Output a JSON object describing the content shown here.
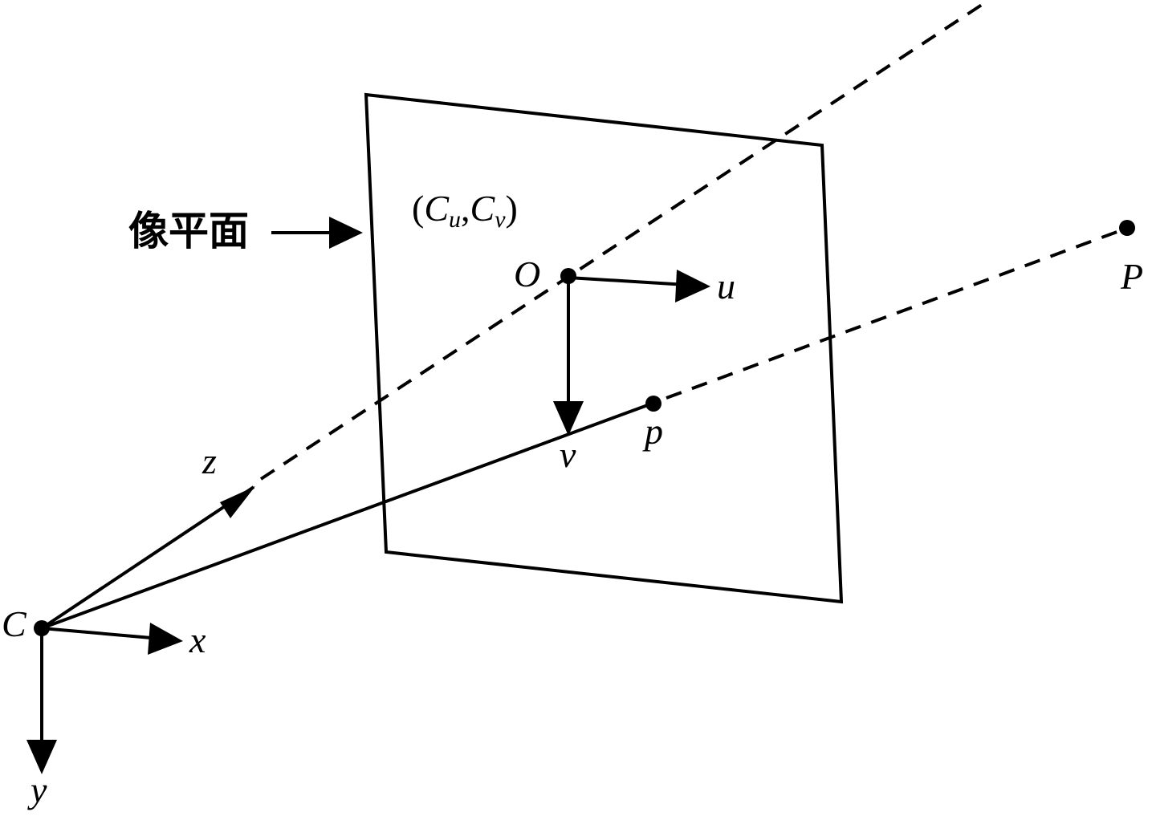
{
  "colors": {
    "ink": "#000000",
    "background": "#ffffff"
  },
  "labels": {
    "image_plane": "像平面",
    "principal_point": {
      "open_paren": "(",
      "c1": "C",
      "sub1": "u",
      "comma": ",",
      "c2": "C",
      "sub2": "v",
      "close_paren": ")"
    },
    "origin_o": "O",
    "axis_u": "u",
    "axis_v": "v",
    "image_point": "p",
    "world_point": "P",
    "camera_center": "C",
    "axis_x": "x",
    "axis_y": "y",
    "axis_z": "z"
  }
}
